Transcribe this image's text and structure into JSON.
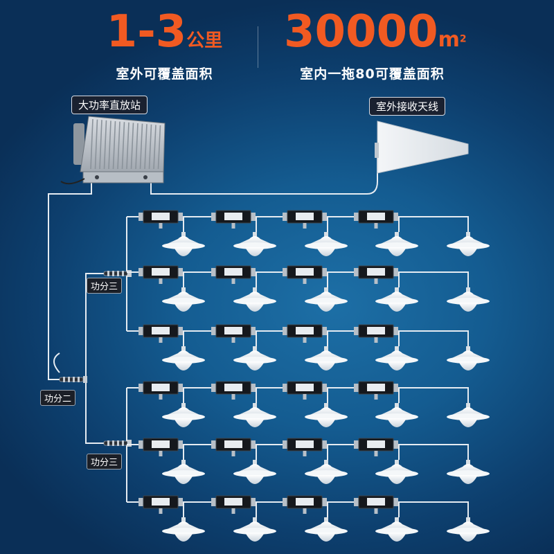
{
  "left_stat": {
    "value": "1-3",
    "unit": "公里",
    "caption": "室外可覆盖面积"
  },
  "right_stat": {
    "value": "30000",
    "unit": "m",
    "unit_sup": "2",
    "caption": "室内一拖80可覆盖面积"
  },
  "labels": {
    "repeater": "大功率直放站",
    "outdoor_antenna": "室外接收天线",
    "splitter_three_top": "功分三",
    "splitter_two": "功分二",
    "splitter_three_bottom": "功分三"
  },
  "colors": {
    "accent": "#f15a22",
    "background": "#145c91",
    "cable": "#e6ecf2"
  },
  "icons": {
    "repeater": "repeater-box-icon",
    "antenna": "panel-antenna-icon",
    "ceiling": "ceiling-antenna-icon",
    "coupler": "coupler-icon"
  }
}
